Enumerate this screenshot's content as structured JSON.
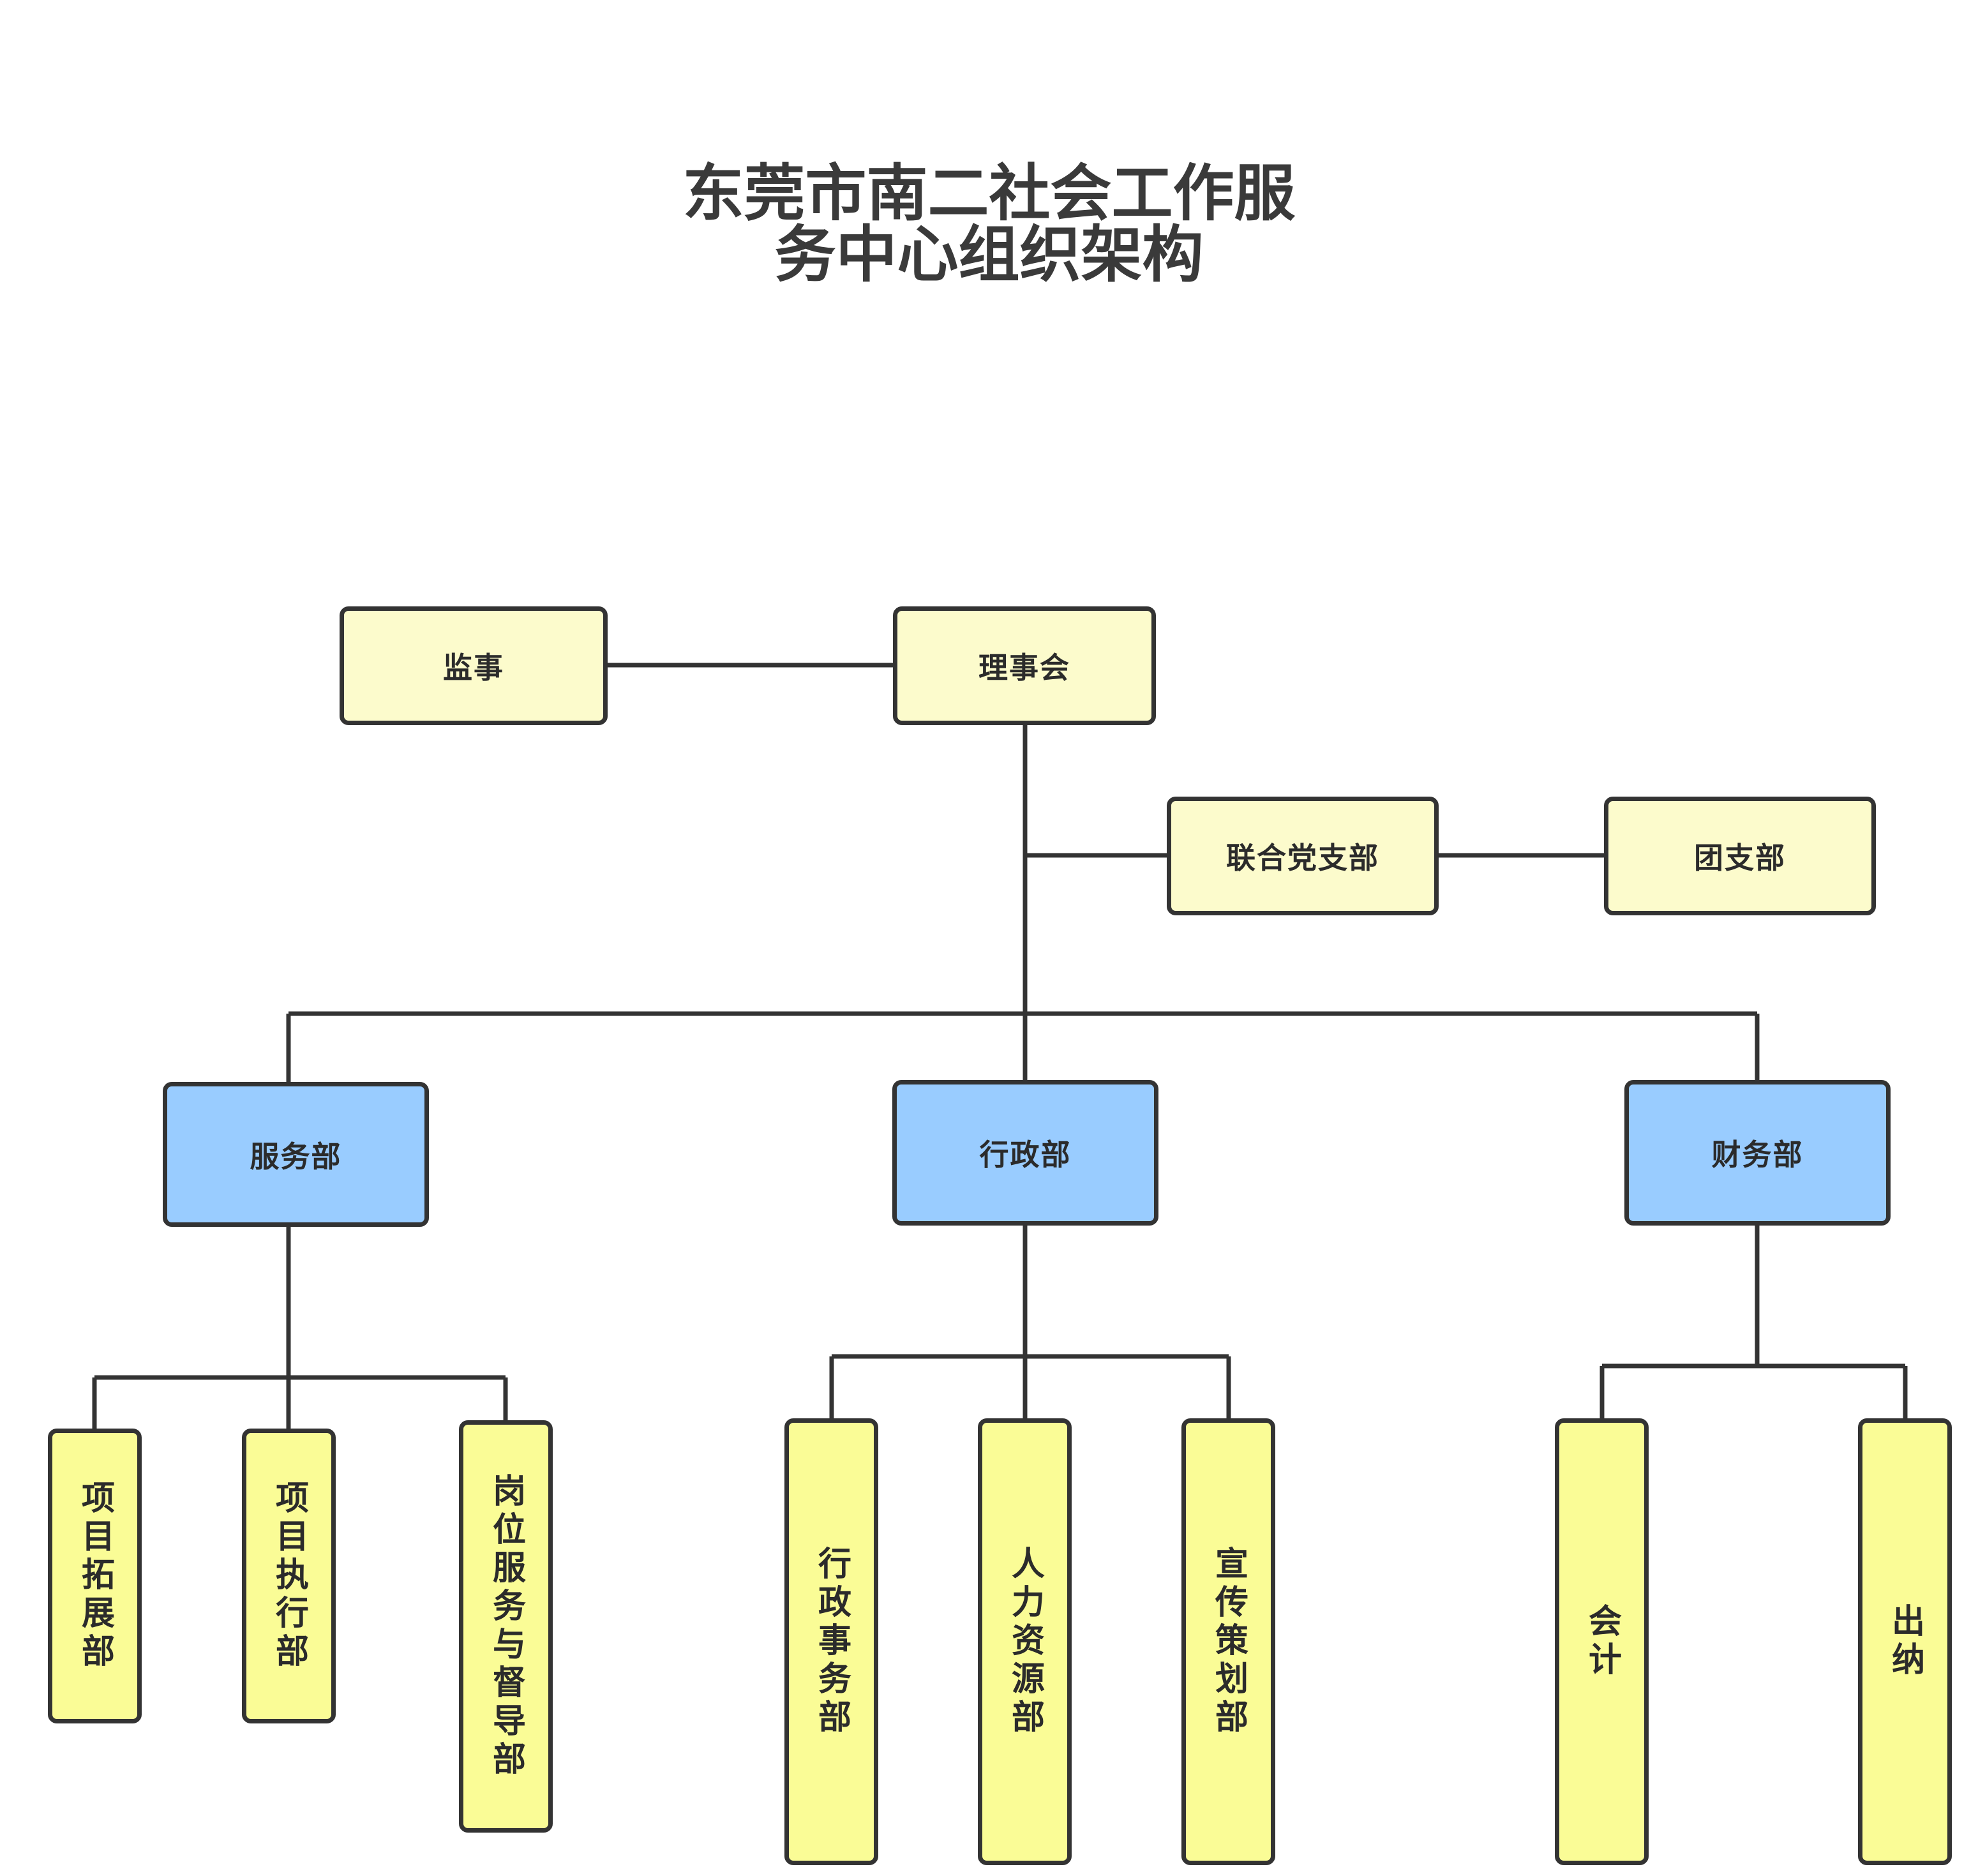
{
  "chart_title": "东莞市南二社会工作服\n务中心组织架构",
  "colors": {
    "pale_yellow": "#FCFBCC",
    "bright_yellow": "#FAFC96",
    "blue": "#99CCFF",
    "border": "#333333",
    "text": "#2b2b2b",
    "background": "#FFFFFF"
  },
  "chart_data": {
    "type": "diagram",
    "diagram_type": "org-chart",
    "title": "东莞市南二社会工作服务中心组织架构",
    "nodes": [
      {
        "id": "supervisor",
        "label": "监事",
        "level": 0,
        "color": "#FCFBCC",
        "orientation": "horizontal"
      },
      {
        "id": "board",
        "label": "理事会",
        "level": 0,
        "color": "#FCFBCC",
        "orientation": "horizontal"
      },
      {
        "id": "party_branch",
        "label": "联合党支部",
        "level": 1,
        "color": "#FCFBCC",
        "orientation": "horizontal"
      },
      {
        "id": "youth_branch",
        "label": "团支部",
        "level": 1,
        "color": "#FCFBCC",
        "orientation": "horizontal"
      },
      {
        "id": "service_dept",
        "label": "服务部",
        "level": 2,
        "color": "#99CCFF",
        "orientation": "horizontal"
      },
      {
        "id": "admin_dept",
        "label": "行政部",
        "level": 2,
        "color": "#99CCFF",
        "orientation": "horizontal"
      },
      {
        "id": "finance_dept",
        "label": "财务部",
        "level": 2,
        "color": "#99CCFF",
        "orientation": "horizontal"
      },
      {
        "id": "proj_dev",
        "label": "项目拓展部",
        "level": 3,
        "color": "#FAFC96",
        "orientation": "vertical"
      },
      {
        "id": "proj_exec",
        "label": "项目执行部",
        "level": 3,
        "color": "#FAFC96",
        "orientation": "vertical"
      },
      {
        "id": "post_super",
        "label": "岗位服务与督导部",
        "level": 3,
        "color": "#FAFC96",
        "orientation": "vertical"
      },
      {
        "id": "admin_aff",
        "label": "行政事务部",
        "level": 3,
        "color": "#FAFC96",
        "orientation": "vertical"
      },
      {
        "id": "hr",
        "label": "人力资源部",
        "level": 3,
        "color": "#FAFC96",
        "orientation": "vertical"
      },
      {
        "id": "promo",
        "label": "宣传策划部",
        "level": 3,
        "color": "#FAFC96",
        "orientation": "vertical"
      },
      {
        "id": "accounting",
        "label": "会计",
        "level": 3,
        "color": "#FAFC96",
        "orientation": "vertical"
      },
      {
        "id": "cashier",
        "label": "出纳",
        "level": 3,
        "color": "#FAFC96",
        "orientation": "vertical"
      }
    ],
    "edges": [
      {
        "from": "supervisor",
        "to": "board",
        "style": "horizontal-link"
      },
      {
        "from": "board",
        "to": "party_branch",
        "style": "elbow"
      },
      {
        "from": "party_branch",
        "to": "youth_branch",
        "style": "horizontal-link"
      },
      {
        "from": "board",
        "to": "service_dept",
        "style": "orthogonal"
      },
      {
        "from": "board",
        "to": "admin_dept",
        "style": "orthogonal"
      },
      {
        "from": "board",
        "to": "finance_dept",
        "style": "orthogonal"
      },
      {
        "from": "service_dept",
        "to": "proj_dev",
        "style": "orthogonal"
      },
      {
        "from": "service_dept",
        "to": "proj_exec",
        "style": "orthogonal"
      },
      {
        "from": "service_dept",
        "to": "post_super",
        "style": "orthogonal"
      },
      {
        "from": "admin_dept",
        "to": "admin_aff",
        "style": "orthogonal"
      },
      {
        "from": "admin_dept",
        "to": "hr",
        "style": "orthogonal"
      },
      {
        "from": "admin_dept",
        "to": "promo",
        "style": "orthogonal"
      },
      {
        "from": "finance_dept",
        "to": "accounting",
        "style": "orthogonal"
      },
      {
        "from": "finance_dept",
        "to": "cashier",
        "style": "orthogonal"
      }
    ]
  },
  "nodes": {
    "supervisor": "监事",
    "board": "理事会",
    "party_branch": "联合党支部",
    "youth_branch": "团支部",
    "service_dept": "服务部",
    "admin_dept": "行政部",
    "finance_dept": "财务部",
    "proj_dev": "项目拓展部",
    "proj_exec": "项目执行部",
    "post_super": "岗位服务与督导部",
    "admin_aff": "行政事务部",
    "hr": "人力资源部",
    "promo": "宣传策划部",
    "accounting": "会计",
    "cashier": "出纳"
  }
}
